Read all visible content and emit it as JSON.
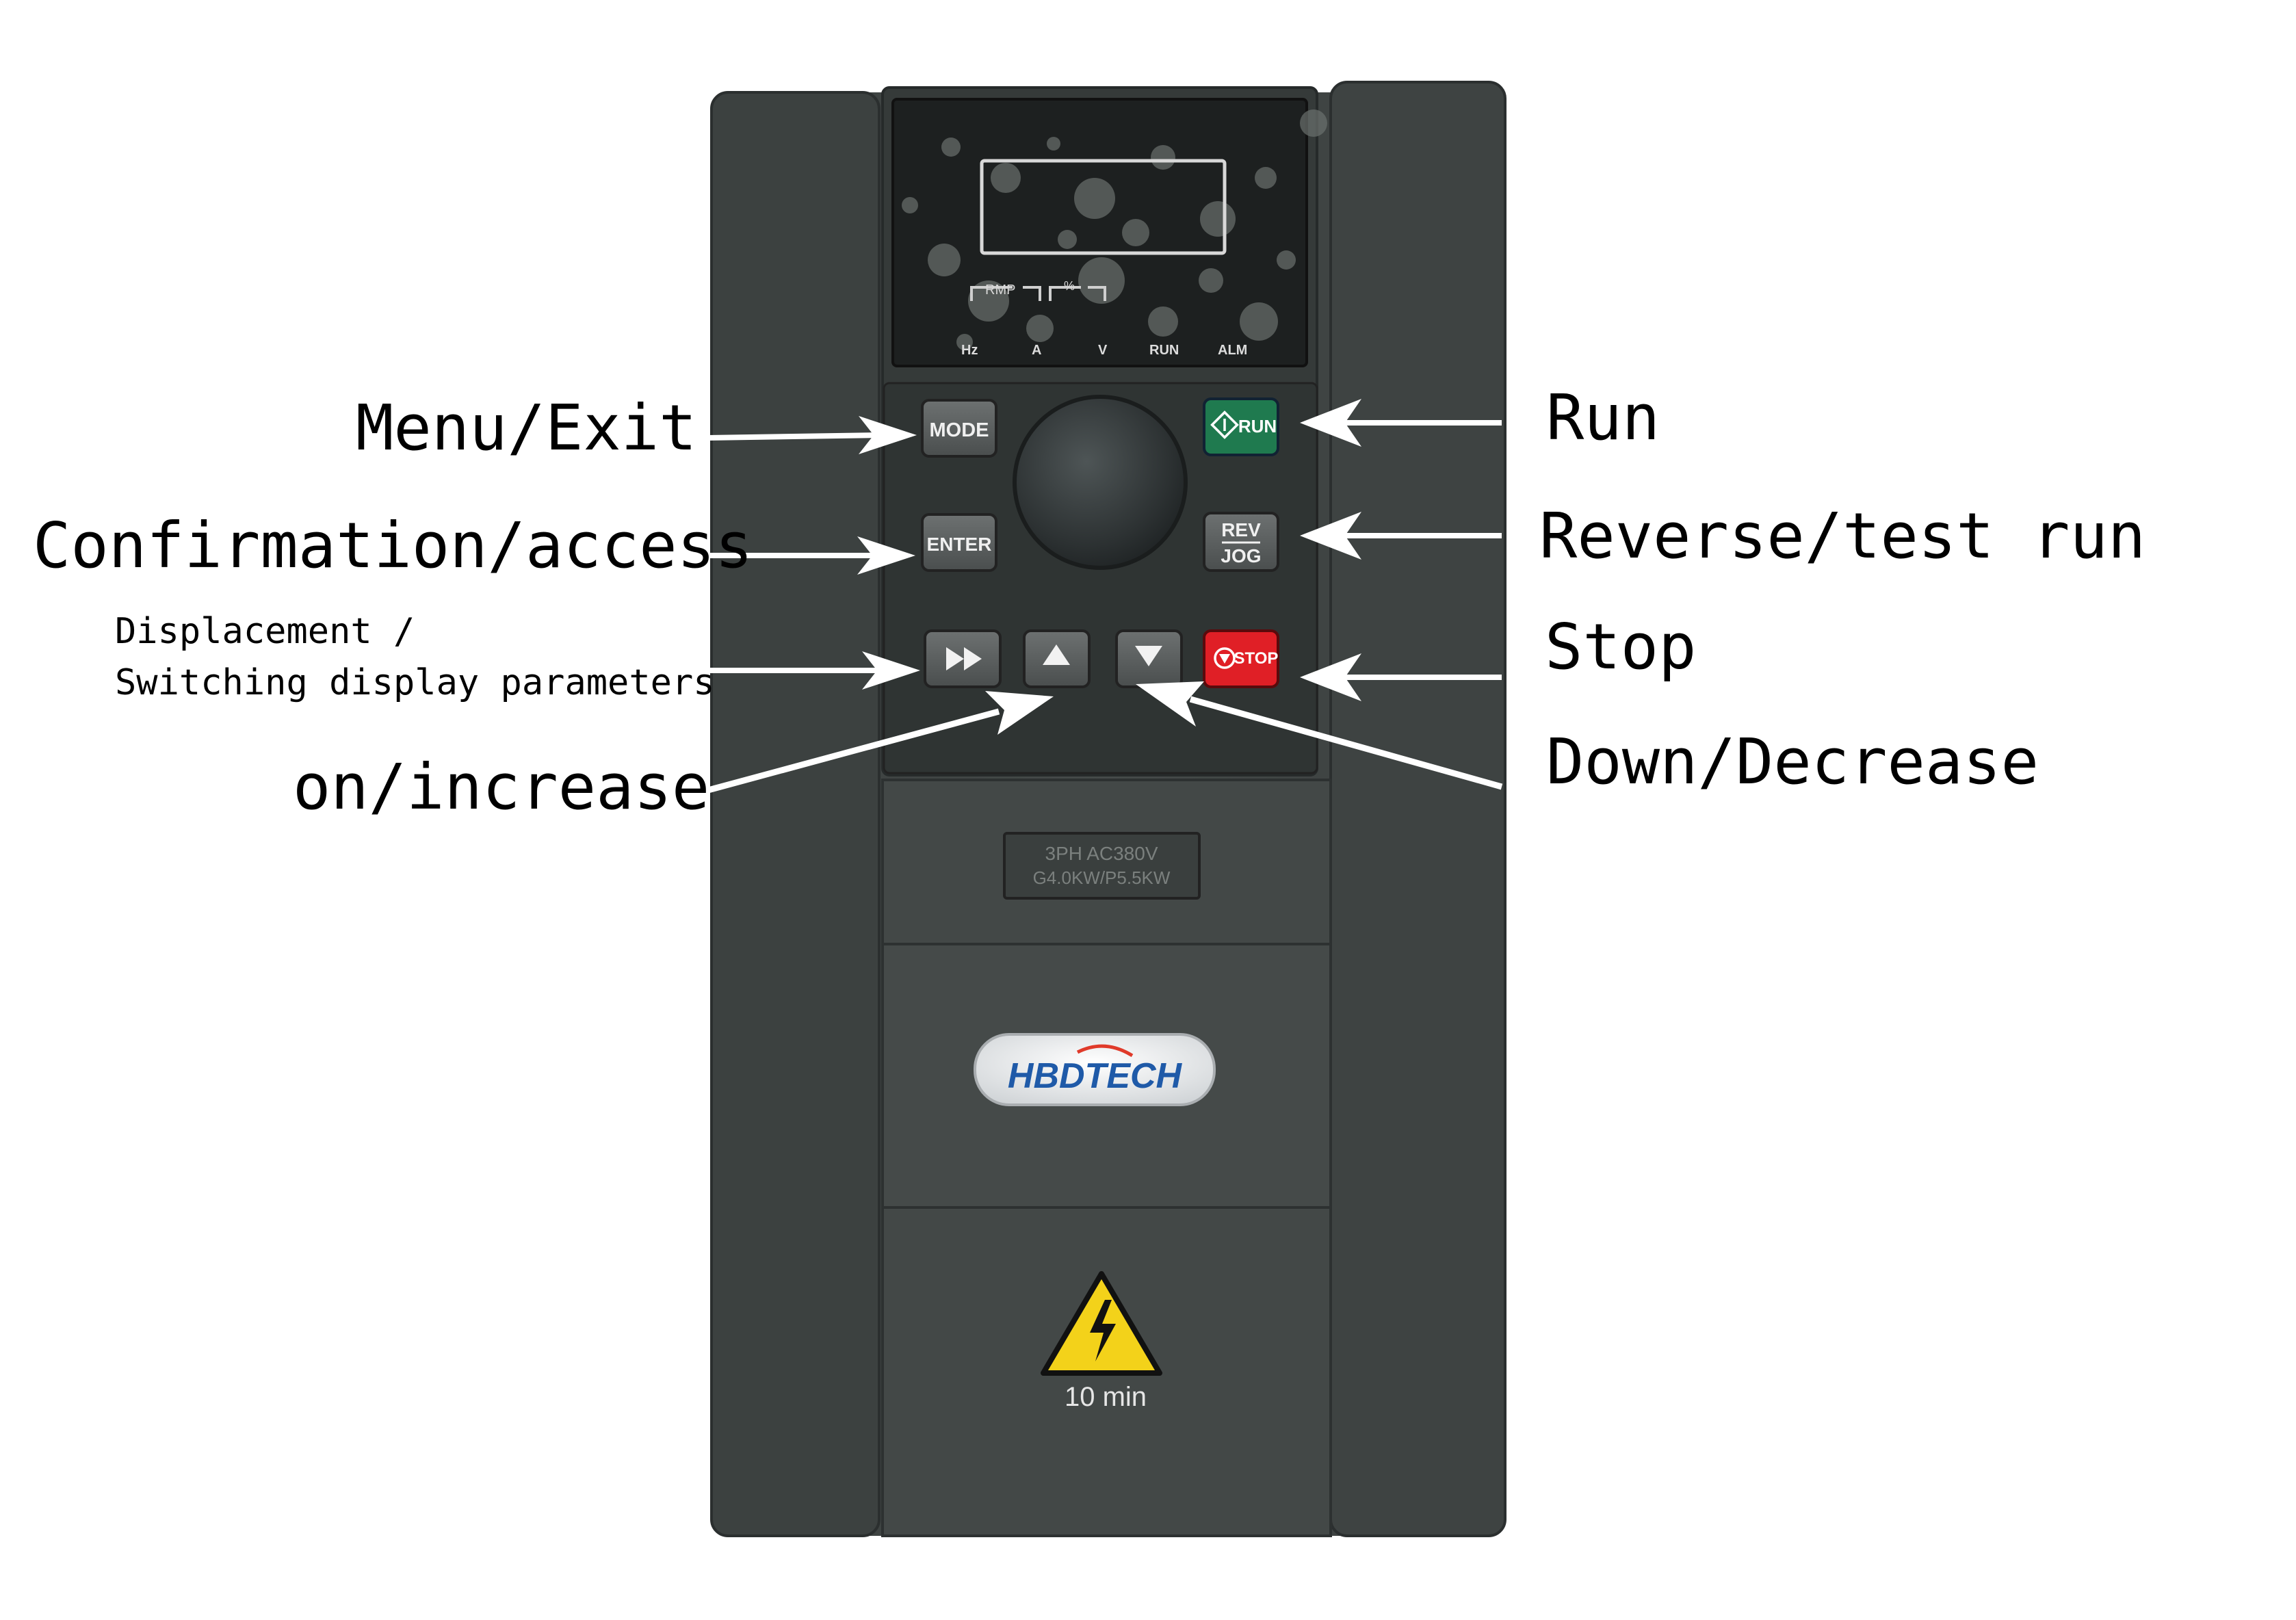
{
  "labels": {
    "menu_exit": "Menu/Exit",
    "confirmation_access": "Confirmation/access",
    "displacement_line1": "Displacement /",
    "displacement_line2": "Switching display parameters",
    "on_increase": "on/increase",
    "run": "Run",
    "reverse_test_run": "Reverse/test run",
    "stop": "Stop",
    "down_decrease": "Down/Decrease"
  },
  "display": {
    "indicators_top": [
      "RMP",
      "%"
    ],
    "indicators_bottom": [
      "Hz",
      "A",
      "V",
      "RUN",
      "ALM"
    ]
  },
  "keys": {
    "mode": "MODE",
    "enter": "ENTER",
    "run": "RUN",
    "rev": "REV",
    "jog": "JOG",
    "stop": "STOP"
  },
  "rating_plate": {
    "line1": "3PH AC380V",
    "line2": "G4.0KW/P5.5KW"
  },
  "brand": "HBDTECH",
  "warning_text": "10 min",
  "icons": [
    "shift-icon",
    "up-arrow-icon",
    "down-arrow-icon",
    "run-icon",
    "stop-icon",
    "high-voltage-icon"
  ],
  "colors": {
    "body": "#3f4443",
    "run_button": "#1f7a4f",
    "stop_button": "#e01f26",
    "warning_yellow": "#f3d21a",
    "brand_blue": "#1f5aa8"
  }
}
